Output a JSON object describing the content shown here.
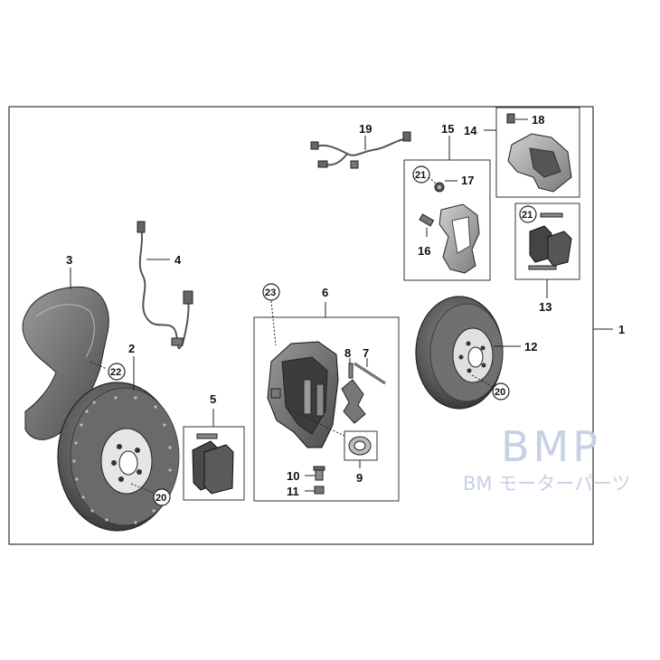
{
  "diagram": {
    "part_numbers": {
      "p1": "1",
      "p2": "2",
      "p3": "3",
      "p4": "4",
      "p5": "5",
      "p6": "6",
      "p7": "7",
      "p8": "8",
      "p9": "9",
      "p10": "10",
      "p11": "11",
      "p12": "12",
      "p13": "13",
      "p14": "14",
      "p15": "15",
      "p16": "16",
      "p17": "17",
      "p18": "18",
      "p19": "19"
    },
    "circled_refs": {
      "c20a": "20",
      "c20b": "20",
      "c21a": "21",
      "c21b": "21",
      "c22": "22",
      "c23": "23"
    }
  },
  "watermark": {
    "brand": "BMP",
    "subtitle": "BM モーターパーツ"
  }
}
